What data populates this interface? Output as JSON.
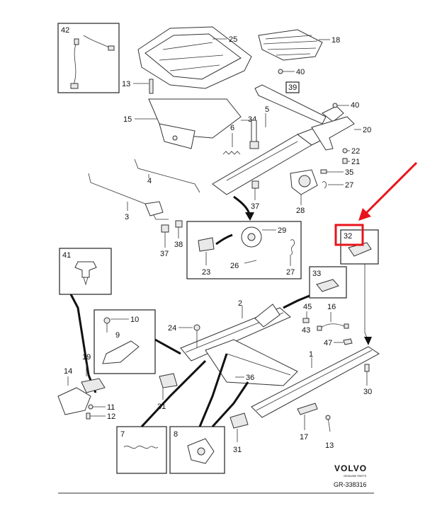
{
  "brand": {
    "logo_text": "VOLVO",
    "sub_text": "GENUINE PARTS",
    "drawing_code": "GR-338316"
  },
  "highlight": {
    "color": "#e8141b",
    "label": "32"
  },
  "callouts": {
    "c1": "1",
    "c2": "2",
    "c3": "3",
    "c4": "4",
    "c5": "5",
    "c6": "6",
    "c7": "7",
    "c8": "8",
    "c9": "9",
    "c10": "10",
    "c11": "11",
    "c12": "12",
    "c13a": "13",
    "c13b": "13",
    "c14": "14",
    "c15": "15",
    "c16": "16",
    "c17": "17",
    "c18": "18",
    "c19": "19",
    "c20": "20",
    "c21": "21",
    "c22": "22",
    "c23": "23",
    "c24": "24",
    "c25": "25",
    "c26": "26",
    "c27a": "27",
    "c27b": "27",
    "c28": "28",
    "c29": "29",
    "c30": "30",
    "c31a": "31",
    "c31b": "31",
    "c33": "33",
    "c34": "34",
    "c35": "35",
    "c36": "36",
    "c37a": "37",
    "c37b": "37",
    "c38": "38",
    "c39": "39",
    "c40a": "40",
    "c40b": "40",
    "c41": "41",
    "c42": "42",
    "c43": "43",
    "c45": "45",
    "c47": "47"
  }
}
